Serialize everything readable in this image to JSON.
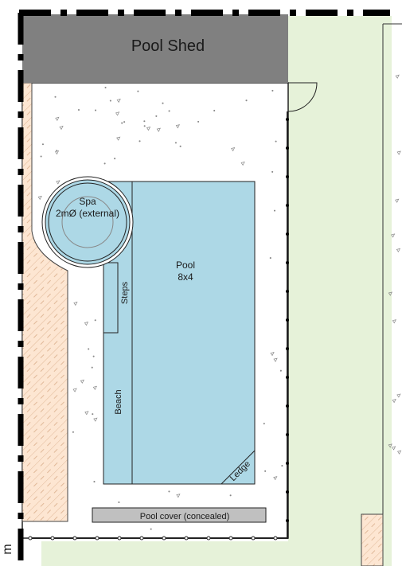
{
  "shed": {
    "label": "Pool Shed",
    "color": "#808080"
  },
  "pool": {
    "label": "Pool",
    "size": "8x4",
    "color": "#add8e6"
  },
  "spa": {
    "label": "Spa",
    "size": "2mØ (external)"
  },
  "steps": {
    "label": "Steps"
  },
  "beach": {
    "label": "Beach"
  },
  "ledge": {
    "label": "Ledge"
  },
  "cover": {
    "label": "Pool cover (concealed)",
    "color": "#c0c0c0"
  },
  "colors": {
    "lawn": "#e6f2d9",
    "timber_deck": "#fde6d2",
    "paving": "#ffffff",
    "fence": "#000000"
  },
  "edge_label": "m"
}
